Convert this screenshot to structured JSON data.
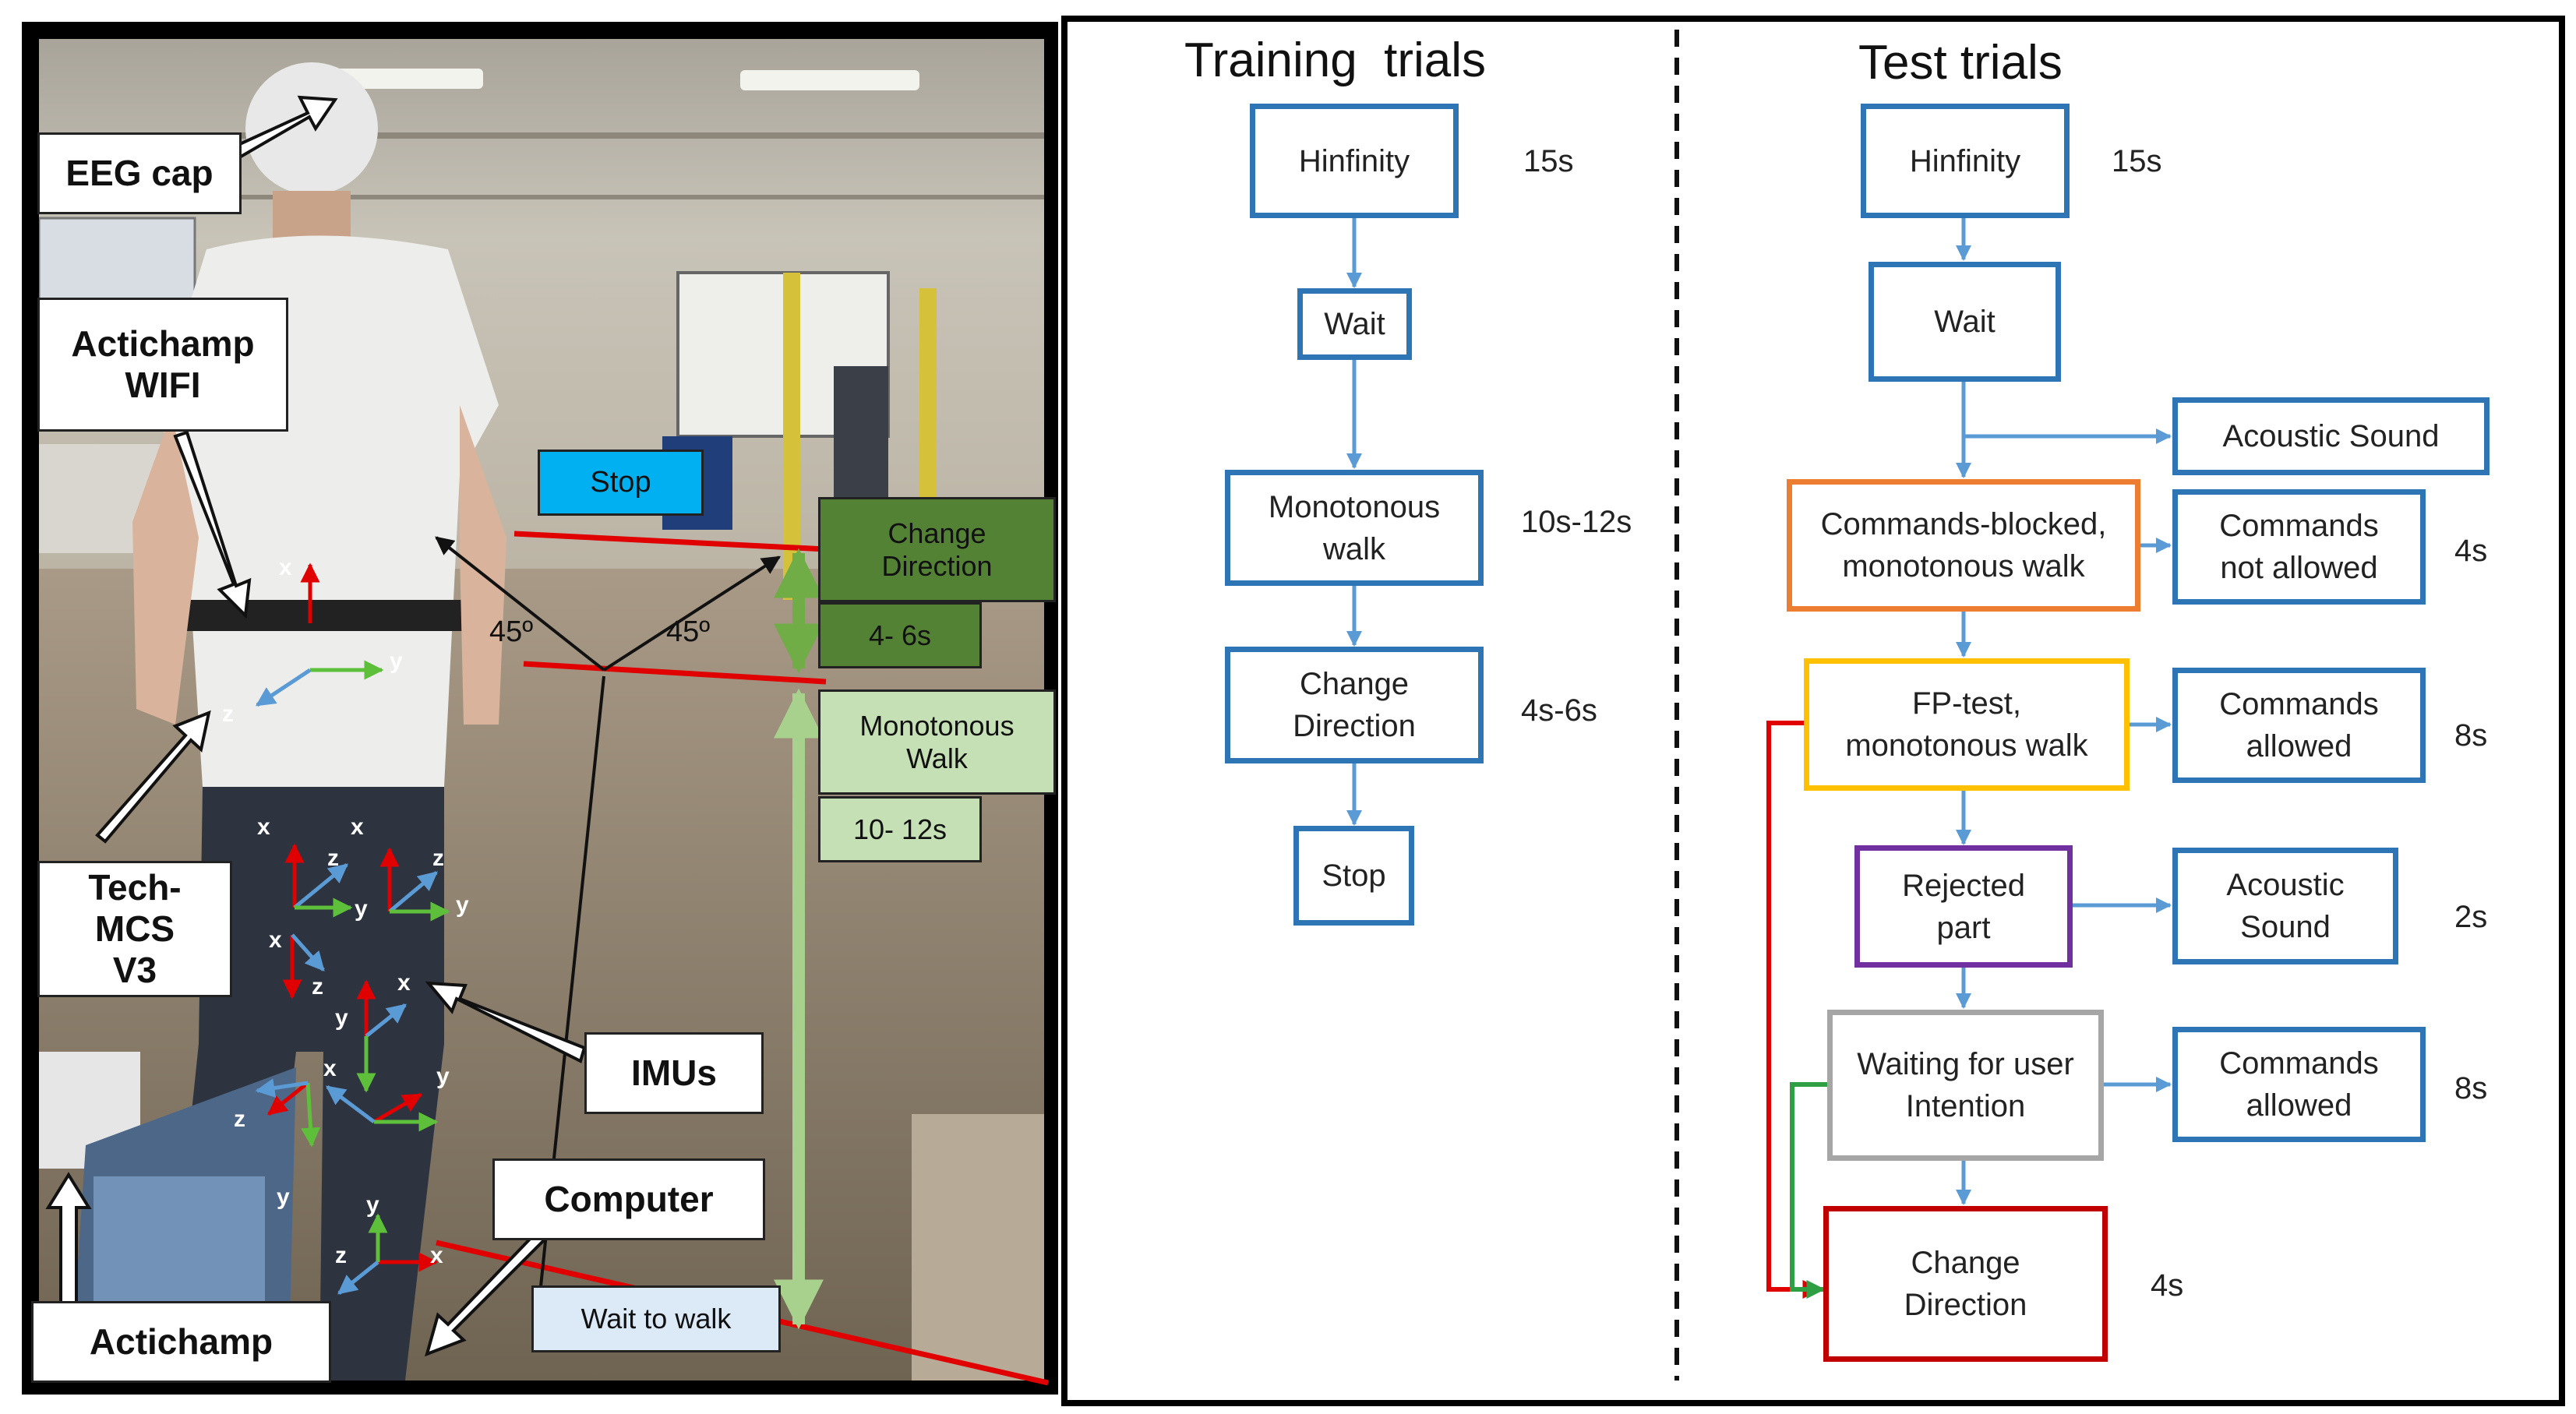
{
  "photo_labels": {
    "eeg_cap": "EEG cap",
    "actichamp_wifi": "Actichamp WIFI",
    "tech_mcs": "Tech-MCS V3",
    "imus": "IMUs",
    "computer": "Computer",
    "actichamp": "Actichamp",
    "stop": "Stop",
    "change_direction": "Change Direction",
    "change_time": "4- 6s",
    "monotonous_walk": "Monotonous Walk",
    "walk_time": "10- 12s",
    "wait_to_walk": "Wait to walk",
    "angle_left": "45º",
    "angle_right": "45º",
    "axis_x": "x",
    "axis_y": "y",
    "axis_z": "z"
  },
  "training": {
    "title": "Training  trials",
    "steps": [
      {
        "label": "Hinfinity",
        "time": "15s"
      },
      {
        "label": "Wait",
        "time": ""
      },
      {
        "label": "Monotonous walk",
        "time": "10s-12s"
      },
      {
        "label": "Change Direction",
        "time": "4s-6s"
      },
      {
        "label": "Stop",
        "time": ""
      }
    ]
  },
  "test": {
    "title": "Test trials",
    "steps": [
      {
        "label": "Hinfinity",
        "time": "15s",
        "color": "#2e75b6"
      },
      {
        "label": "Wait",
        "time": "",
        "color": "#2e75b6"
      },
      {
        "label": "Commands-blocked, monotonous walk",
        "time": "4s",
        "color": "#ed7d31"
      },
      {
        "label": "FP-test, monotonous walk",
        "time": "8s",
        "color": "#ffc000"
      },
      {
        "label": "Rejected part",
        "time": "2s",
        "color": "#7030a0"
      },
      {
        "label": "Waiting for user Intention",
        "time": "8s",
        "color": "#a6a6a6"
      },
      {
        "label": "Change Direction",
        "time": "4s",
        "color": "#c00000"
      }
    ],
    "side_boxes": [
      {
        "label": "Acoustic Sound"
      },
      {
        "label": "Commands not allowed"
      },
      {
        "label": "Commands allowed"
      },
      {
        "label": "Acoustic Sound"
      },
      {
        "label": "Commands allowed"
      }
    ]
  },
  "colors": {
    "flow_blue": "#2e75b6",
    "arrow_blue": "#5b9bd5",
    "loop_red": "#e00000",
    "loop_green": "#2ea043"
  }
}
